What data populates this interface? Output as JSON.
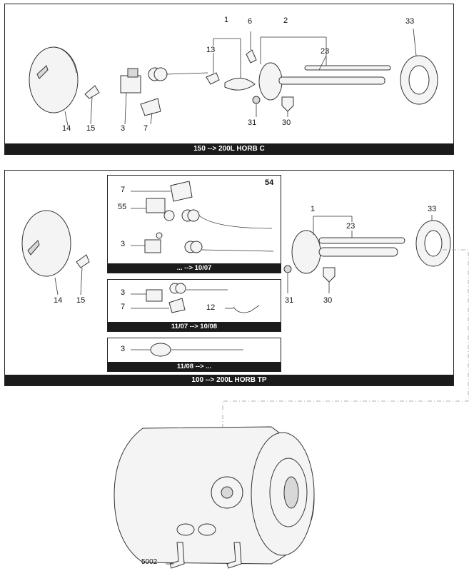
{
  "top_panel": {
    "banner": "150 --> 200L HORB C",
    "labels": [
      "1",
      "6",
      "2",
      "33",
      "13",
      "23",
      "14",
      "15",
      "3",
      "7",
      "31",
      "30"
    ]
  },
  "middle_panel": {
    "banner": "100 --> 200L HORB TP",
    "labels": [
      "1",
      "33",
      "23",
      "14",
      "15",
      "31",
      "30"
    ],
    "sub1": {
      "code": "54",
      "banner": "... --> 10/07",
      "labels": [
        "7",
        "55",
        "3"
      ]
    },
    "sub2": {
      "banner": "11/07 --> 10/08",
      "labels": [
        "3",
        "7",
        "12"
      ]
    },
    "sub3": {
      "banner": "11/08 --> ...",
      "labels": [
        "3"
      ]
    }
  },
  "bottom": {
    "labels": [
      "5002"
    ]
  }
}
